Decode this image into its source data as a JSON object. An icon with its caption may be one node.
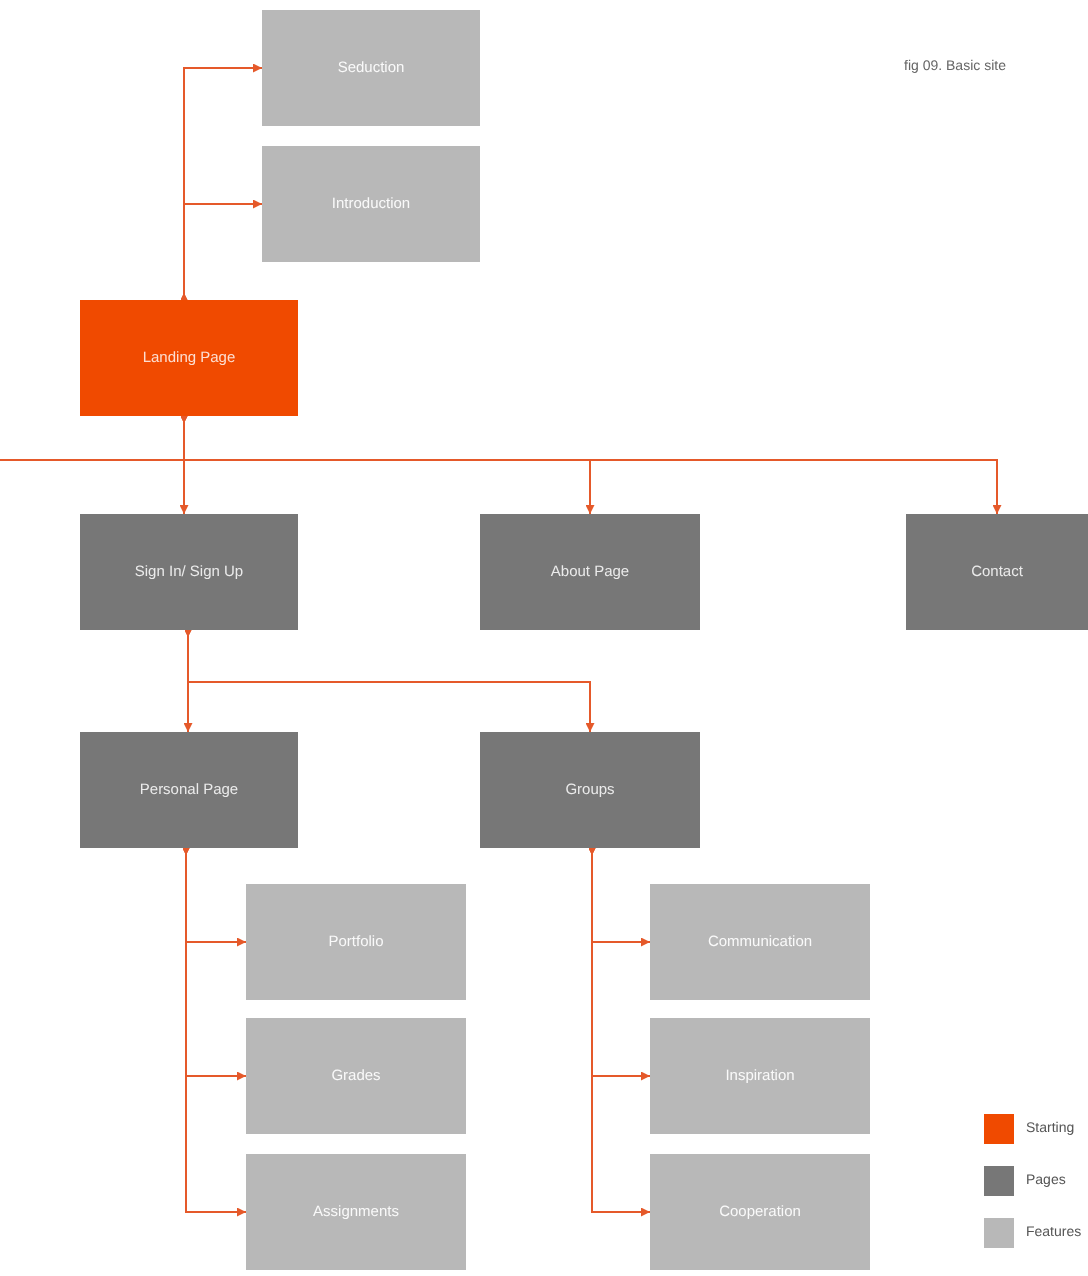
{
  "diagram": {
    "caption": "fig 09. Basic site",
    "nodes": [
      {
        "text": [
          "Seduction"
        ]
      },
      {
        "text": [
          "Introduction"
        ]
      },
      {
        "text": [
          "Landing Page"
        ]
      },
      {
        "text": [
          "Sign In/ Sign Up"
        ]
      },
      {
        "text": [
          "About Page"
        ]
      },
      {
        "text": [
          "Contact"
        ]
      },
      {
        "text": [
          "Personal Page"
        ]
      },
      {
        "text": [
          "Groups"
        ]
      },
      {
        "text": [
          "Portfolio"
        ]
      },
      {
        "text": [
          "Grades"
        ]
      },
      {
        "text": [
          "Assignments"
        ]
      },
      {
        "text": [
          "Communication"
        ]
      },
      {
        "text": [
          "Inspiration"
        ]
      },
      {
        "text": [
          "Cooperation"
        ]
      }
    ],
    "edges": [
      {
        "from": 2,
        "to": 0,
        "arrow": "to"
      },
      {
        "from": 2,
        "to": 1,
        "arrow": "to"
      },
      {
        "from": 2,
        "to": 3,
        "arrow": "to"
      },
      {
        "from": 2,
        "to": 4,
        "arrow": "to"
      },
      {
        "from": 2,
        "to": 5,
        "arrow": "to"
      },
      {
        "from": 2,
        "to": null,
        "arrow": "none"
      },
      {
        "from": 3,
        "to": 6,
        "arrow": "to"
      },
      {
        "from": 3,
        "to": 7,
        "arrow": "to"
      },
      {
        "from": 6,
        "to": 8,
        "arrow": "to"
      },
      {
        "from": 6,
        "to": 9,
        "arrow": "to"
      },
      {
        "from": 6,
        "to": 10,
        "arrow": "to"
      },
      {
        "from": 7,
        "to": 11,
        "arrow": "to"
      },
      {
        "from": 7,
        "to": 12,
        "arrow": "to"
      },
      {
        "from": 7,
        "to": 13,
        "arrow": "to"
      }
    ],
    "legend": [
      {
        "text": "Starting",
        "color": "#f04a00"
      },
      {
        "text": "Pages",
        "color": "#777777"
      },
      {
        "text": "Features",
        "color": "#b8b8b8"
      }
    ]
  }
}
